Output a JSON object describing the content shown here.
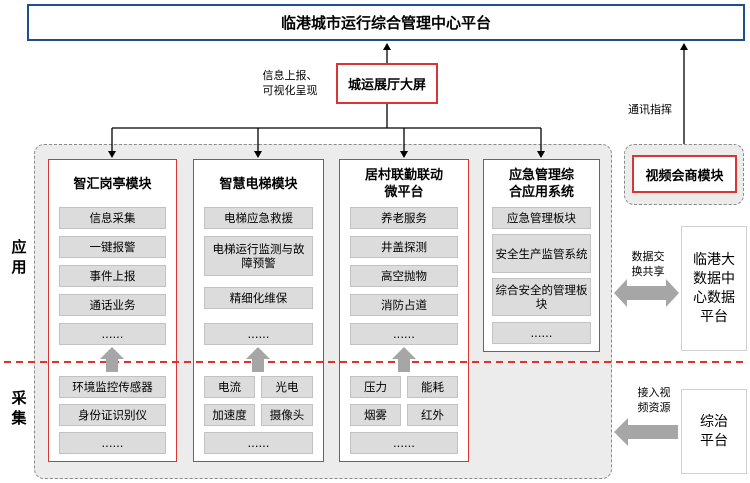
{
  "top_platform": "临港城市运行综合管理中心平台",
  "big_screen": "城运展厅大屏",
  "info_label": [
    "信息上报、",
    "可视化呈现"
  ],
  "comm_label": "通讯指挥",
  "video_module": "视频会商模块",
  "layer_app": [
    "应",
    "用"
  ],
  "layer_collect": [
    "采",
    "集"
  ],
  "modules": [
    {
      "title": [
        "智汇岗亭模块"
      ],
      "items": [
        "信息采集",
        "一键报警",
        "事件上报",
        "通话业务",
        "......"
      ],
      "sensors": [
        [
          "环境监控传感器"
        ],
        [
          "身份证识别仪"
        ],
        [
          "......"
        ]
      ]
    },
    {
      "title": [
        "智慧电梯模块"
      ],
      "items": [
        "电梯应急救援",
        "电梯运行监测与故障预警",
        "精细化维保",
        "......"
      ],
      "sensors": [
        [
          "电流",
          "光电"
        ],
        [
          "加速度",
          "摄像头"
        ],
        [
          "......"
        ]
      ]
    },
    {
      "title": [
        "居村联勤联动",
        "微平台"
      ],
      "items": [
        "养老服务",
        "井盖探测",
        "高空抛物",
        "消防占道",
        "......"
      ],
      "sensors": [
        [
          "压力",
          "能耗"
        ],
        [
          "烟雾",
          "红外"
        ],
        [
          "......"
        ]
      ]
    },
    {
      "title": [
        "应急管理综",
        "合应用系统"
      ],
      "items": [
        "应急管理板块",
        "安全生产监管系统",
        "综合安全的管理板块",
        "......"
      ]
    }
  ],
  "data_exchange_label": [
    "数据交",
    "换共享"
  ],
  "bigdata_platform": [
    "临港大",
    "数据中",
    "心数据",
    "平台"
  ],
  "access_label": [
    "接入视",
    "频资源"
  ],
  "zongzhi_platform": [
    "综治",
    "平台"
  ],
  "colors": {
    "frame_blue": "#1f4e8c",
    "module_red": "#d93535",
    "item_gray": "#dcdcdc",
    "area_gray": "#ececec",
    "arrow_gray": "#a6a6a6"
  }
}
